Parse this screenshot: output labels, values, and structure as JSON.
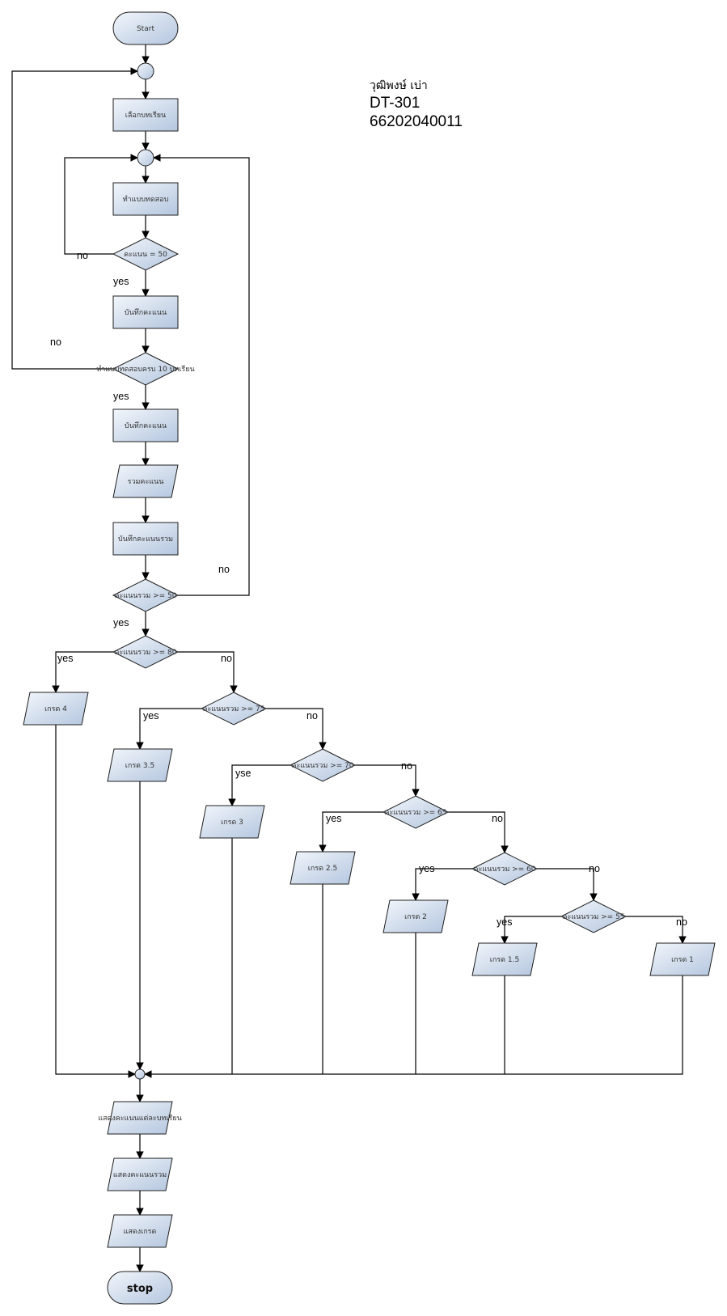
{
  "header": {
    "name": "วุฒิพงษ์ เบ่า",
    "course": "DT-301",
    "student_id": "66202040011"
  },
  "nodes": {
    "start": "Start",
    "choose_lesson": "เลือกบทเรียน",
    "do_test": "ทำแบบทดสอบ",
    "check_score": "คะแนน = 50",
    "record_score_1": "บันทึกคะแนน",
    "check_lessons": "ทำแบบทดสอบครบ 10 บทเรียน",
    "record_score_2": "บันทึกคะแนน",
    "sum_scores": "รวมคะแนน",
    "record_total": "บันทึกคะแนนรวม",
    "check_total_50": "คะแนนรวม >= 50",
    "check_80": "คะแนนรวม >= 80",
    "grade_4": "เกรด 4",
    "check_75": "คะแนนรวม >= 75",
    "grade_35": "เกรด 3.5",
    "check_70": "คะแนนรวม >= 70",
    "grade_3": "เกรด 3",
    "check_65": "คะแนนรวม >= 65",
    "grade_25": "เกรด 2.5",
    "check_60": "คะแนนรวม >= 60",
    "grade_2": "เกรด 2",
    "check_55": "คะแนนรวม >= 55",
    "grade_15": "เกรด 1.5",
    "grade_1": "เกรด 1",
    "show_each": "แสดงคะแนนแต่ละบทเรียน",
    "show_total": "แสดงคะแนนรวม",
    "show_grade": "แสดงเกรด",
    "stop": "stop"
  },
  "edge_labels": {
    "score_no": "no",
    "score_yes": "yes",
    "lessons_no": "no",
    "lessons_yes": "yes",
    "total50_no": "no",
    "total50_yes": "yes",
    "c80_yes": "yes",
    "c80_no": "no",
    "c75_yes": "yes",
    "c75_no": "no",
    "c70_yes": "yse",
    "c70_no": "no",
    "c65_yes": "yes",
    "c65_no": "no",
    "c60_yes": "yes",
    "c60_no": "no",
    "c55_yes": "yes",
    "c55_no": "no"
  },
  "colors": {
    "node_fill_light": "#f2f6fb",
    "node_fill_dark": "#b4c6df",
    "stroke": "#1f1f1f"
  }
}
